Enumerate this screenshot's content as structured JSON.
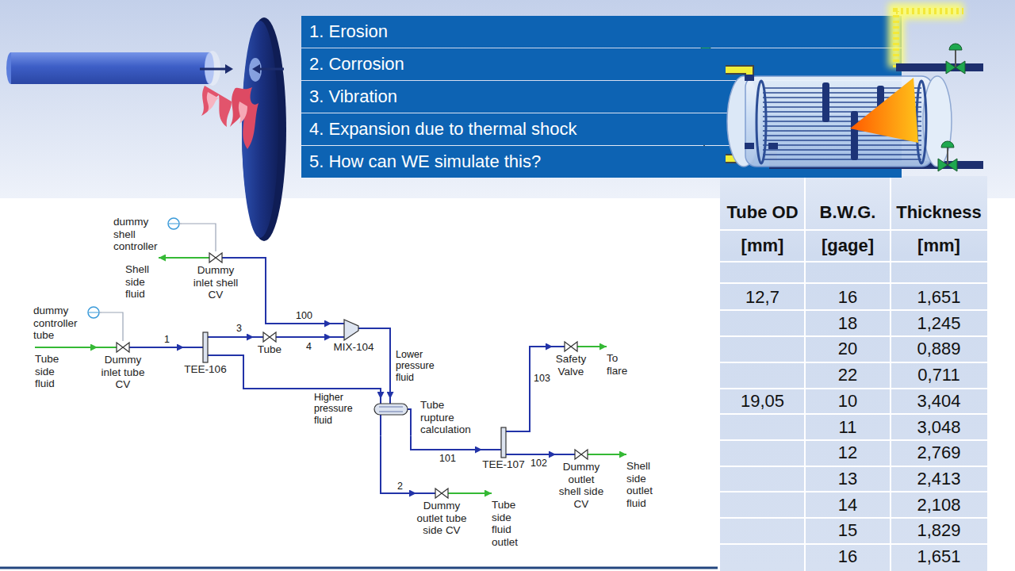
{
  "diagram": {
    "nodes": [
      {
        "text": [
          "1. Erosion"
        ]
      },
      {
        "text": [
          "2. Corrosion"
        ]
      },
      {
        "text": [
          "3. Vibration"
        ]
      },
      {
        "text": [
          "4. Expansion due to thermal shock"
        ]
      },
      {
        "text": [
          "5. How can WE simulate this?"
        ]
      },
      {
        "text": [
          "dummy shell controller"
        ]
      },
      {
        "text": [
          "Shell side fluid"
        ]
      },
      {
        "text": [
          "Dummy inlet shell CV"
        ]
      },
      {
        "text": [
          "dummy controller tube"
        ]
      },
      {
        "text": [
          "Tube side fluid"
        ]
      },
      {
        "text": [
          "Dummy inlet tube CV"
        ]
      },
      {
        "text": [
          "TEE-106"
        ]
      },
      {
        "text": [
          "Tube"
        ]
      },
      {
        "text": [
          "MIX-104"
        ]
      },
      {
        "text": [
          "Tube rupture calculation"
        ]
      },
      {
        "text": [
          "TEE-107"
        ]
      },
      {
        "text": [
          "Safety Valve"
        ]
      },
      {
        "text": [
          "To flare"
        ]
      },
      {
        "text": [
          "Dummy outlet shell side CV"
        ]
      },
      {
        "text": [
          "Shell side outlet fluid"
        ]
      },
      {
        "text": [
          "Dummy outlet tube side CV"
        ]
      },
      {
        "text": [
          "Tube side fluid outlet"
        ]
      }
    ],
    "edges": [
      {
        "from": 5,
        "to": 7,
        "arrow": "none"
      },
      {
        "from": 7,
        "to": 6,
        "arrow": "to"
      },
      {
        "from": 8,
        "to": 10,
        "arrow": "none"
      },
      {
        "from": 9,
        "to": 10,
        "arrow": "to"
      },
      {
        "from": 10,
        "to": 11,
        "arrow": "to",
        "label": "1"
      },
      {
        "from": 11,
        "to": 12,
        "arrow": "to",
        "label": "3"
      },
      {
        "from": 12,
        "to": 13,
        "arrow": "to",
        "label": "4"
      },
      {
        "from": 7,
        "to": 13,
        "arrow": "to",
        "label": "100"
      },
      {
        "from": 13,
        "to": 14,
        "arrow": "to",
        "label": "Lower pressure fluid"
      },
      {
        "from": 11,
        "to": 14,
        "arrow": "to",
        "label": "Higher pressure fluid"
      },
      {
        "from": 14,
        "to": 20,
        "arrow": "to",
        "label": "2"
      },
      {
        "from": 14,
        "to": 15,
        "arrow": "to",
        "label": "101"
      },
      {
        "from": 15,
        "to": 16,
        "arrow": "to",
        "label": "103"
      },
      {
        "from": 16,
        "to": 17,
        "arrow": "to"
      },
      {
        "from": 15,
        "to": 18,
        "arrow": "to",
        "label": "102"
      },
      {
        "from": 18,
        "to": 19,
        "arrow": "to"
      },
      {
        "from": 20,
        "to": 21,
        "arrow": "to"
      }
    ],
    "labels": [
      "Tube OD",
      "B.W.G.",
      "Thickness",
      "[mm]",
      "[gage]",
      "[mm]",
      "12,7",
      "16",
      "1,651",
      "18",
      "1,245",
      "20",
      "0,889",
      "22",
      "0,711",
      "19,05",
      "10",
      "3,404",
      "11",
      "3,048",
      "12",
      "2,769",
      "13",
      "2,413",
      "14",
      "2,108",
      "15",
      "1,829",
      "16",
      "1,651"
    ]
  }
}
